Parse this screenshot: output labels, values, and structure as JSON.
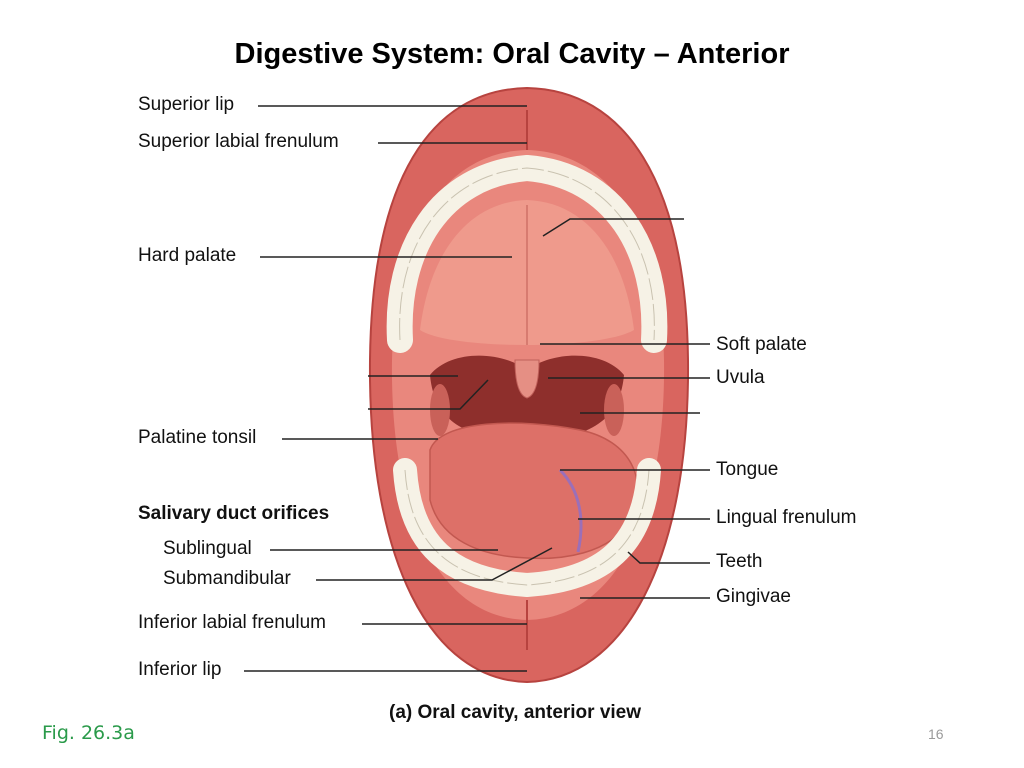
{
  "title": "Digestive System: Oral Cavity – Anterior",
  "labels_left": {
    "superior_lip": "Superior lip",
    "superior_labial_frenulum": "Superior labial frenulum",
    "hard_palate": "Hard palate",
    "palatine_tonsil": "Palatine tonsil",
    "salivary_duct_orifices": "Salivary duct orifices",
    "sublingual": "Sublingual",
    "submandibular": "Submandibular",
    "inferior_labial_frenulum": "Inferior labial frenulum",
    "inferior_lip": "Inferior lip"
  },
  "labels_right": {
    "soft_palate": "Soft palate",
    "uvula": "Uvula",
    "tongue": "Tongue",
    "lingual_frenulum": "Lingual frenulum",
    "teeth": "Teeth",
    "gingivae": "Gingivae"
  },
  "caption": "(a) Oral cavity, anterior view",
  "figure_ref": "Fig. 26.3a",
  "page_number": "16",
  "colors": {
    "lip": "#d9655f",
    "lip_dark": "#b7433f",
    "mouth_inner": "#e9877d",
    "palate": "#ef9a8c",
    "throat": "#8e2f2c",
    "tongue": "#dd7068",
    "teeth": "#f6f2e6",
    "leader": "#222222",
    "figure_ref": "#2a9a4a"
  }
}
